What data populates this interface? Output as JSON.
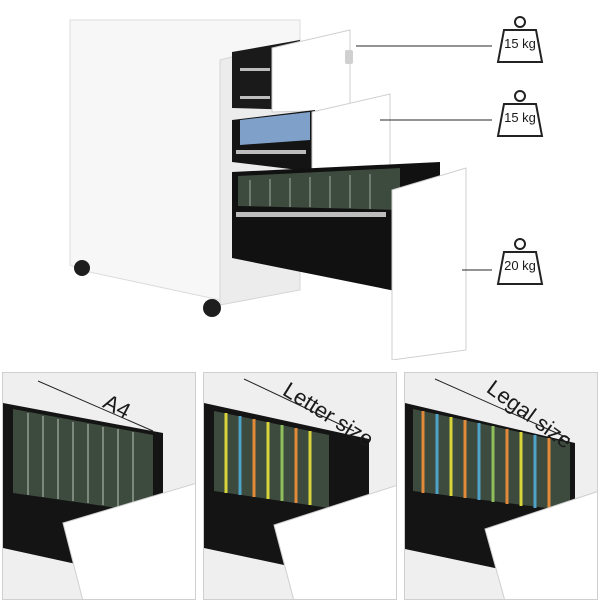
{
  "weights": [
    {
      "label": "15 kg",
      "target": "top drawer"
    },
    {
      "label": "15 kg",
      "target": "middle drawer"
    },
    {
      "label": "20 kg",
      "target": "bottom drawer"
    }
  ],
  "panels": [
    {
      "size_label": "A4",
      "folder_style": "dark-green"
    },
    {
      "size_label": "Letter size",
      "folder_style": "mixed-color"
    },
    {
      "size_label": "Legal size",
      "folder_style": "mixed-color"
    }
  ],
  "colors": {
    "cabinet": "#f7f7f7",
    "interior": "#141414",
    "folder_dark": "#3d4a3e",
    "accent_yellow": "#d8d43a",
    "accent_orange": "#e08a3a",
    "accent_blue": "#4fa3c9"
  }
}
